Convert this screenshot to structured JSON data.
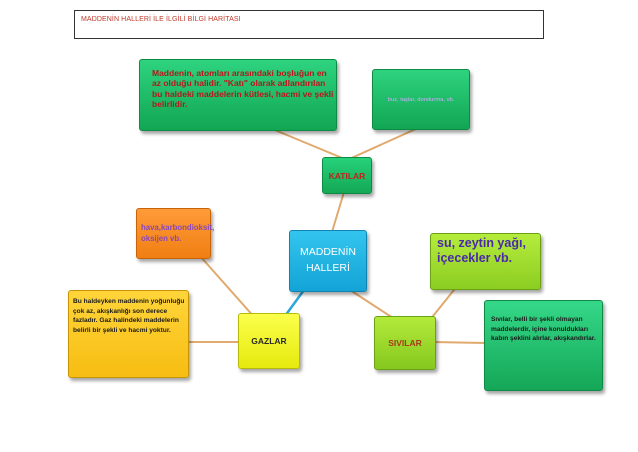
{
  "header": {
    "title": "MADDENİN HALLERİ İLE İLGİLİ BİLGİ HARİTASI"
  },
  "center": {
    "line1": "MADDENİN",
    "line2": "HALLERİ"
  },
  "katilar": {
    "label": "KATILAR",
    "description": "Maddenin, atomları arasındaki boşluğun en az olduğu halidir. \"Katı\" olarak adlandırılan bu haldeki maddelerin kütlesi, hacmi ve şekli belirlidir.",
    "examples": "buz, taşlar, dondurma, vb."
  },
  "sivilar": {
    "label": "SIVILAR",
    "examples": "su, zeytin yağı, içecekler vb.",
    "description": "Sıvılar, belli bir şekli olmayan maddelerdir, içine konuldukları kabın şeklini alırlar, akışkandırlar."
  },
  "gazlar": {
    "label": "GAZLAR",
    "examples": "hava,karbondioksit, oksijen vb.",
    "description": "Bu haldeyken maddenin yoğunluğu çok az, akışkanlığı son derece fazladır. Gaz halindeki maddelerin belirli bir şekli ve hacmi yoktur."
  },
  "colors": {
    "connector": "#e0a96d",
    "connector_blue": "#2aa6d8",
    "title_text": "#c0392b"
  }
}
